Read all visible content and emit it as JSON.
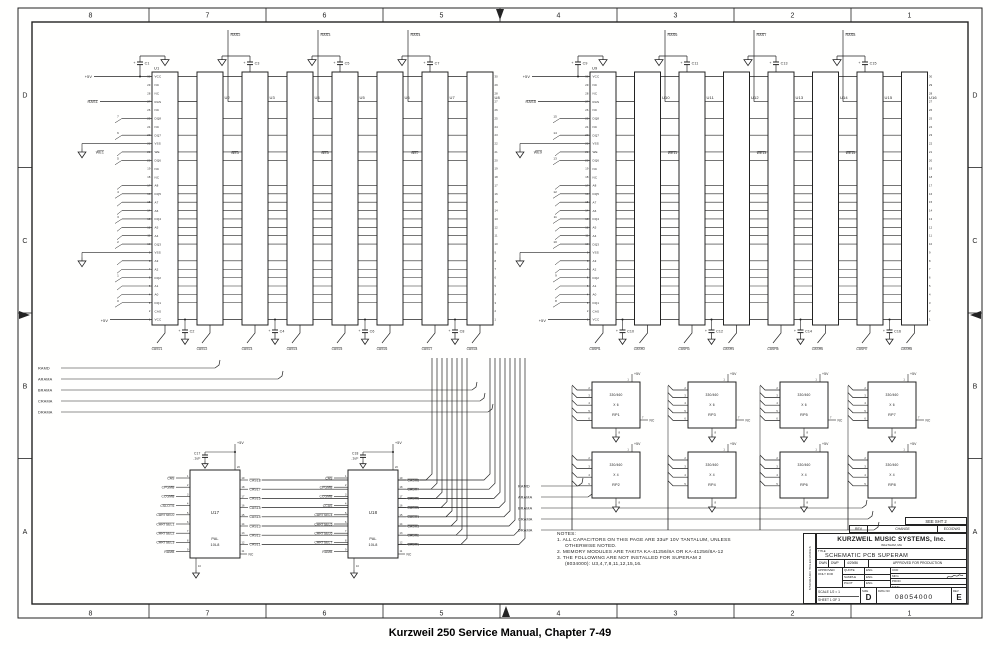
{
  "caption": "Kurzweil 250 Service Manual, Chapter 7-49",
  "border": {
    "columns": [
      "8",
      "7",
      "6",
      "5",
      "4",
      "3",
      "2",
      "1"
    ],
    "rows": [
      "D",
      "C",
      "B",
      "A"
    ]
  },
  "module_pins": [
    {
      "n": "30",
      "label": "VCC"
    },
    {
      "n": "29",
      "label": "NC"
    },
    {
      "n": "28",
      "label": "NC"
    },
    {
      "n": "27",
      "label": "RAS"
    },
    {
      "n": "26",
      "label": "NC"
    },
    {
      "n": "25",
      "label": "DQ8"
    },
    {
      "n": "24",
      "label": "NC"
    },
    {
      "n": "23",
      "label": "DQ7"
    },
    {
      "n": "22",
      "label": "VSS"
    },
    {
      "n": "21",
      "label": "WE"
    },
    {
      "n": "20",
      "label": "DQ6"
    },
    {
      "n": "19",
      "label": "NC"
    },
    {
      "n": "18",
      "label": "NC"
    },
    {
      "n": "17",
      "label": "A8"
    },
    {
      "n": "16",
      "label": "DQ5"
    },
    {
      "n": "15",
      "label": "A7"
    },
    {
      "n": "14",
      "label": "A6"
    },
    {
      "n": "13",
      "label": "DQ4"
    },
    {
      "n": "12",
      "label": "A5"
    },
    {
      "n": "11",
      "label": "A4"
    },
    {
      "n": "10",
      "label": "DQ3"
    },
    {
      "n": "9",
      "label": "VSS"
    },
    {
      "n": "8",
      "label": "A3"
    },
    {
      "n": "7",
      "label": "A2"
    },
    {
      "n": "6",
      "label": "DQ2"
    },
    {
      "n": "5",
      "label": "A1"
    },
    {
      "n": "4",
      "label": "A0"
    },
    {
      "n": "3",
      "label": "DQ1"
    },
    {
      "n": "2",
      "label": "CAS"
    },
    {
      "n": "1",
      "label": "VCC"
    }
  ],
  "banks": [
    {
      "chips": [
        "U1",
        "U2",
        "U3",
        "U4",
        "U5",
        "U6",
        "U7",
        "U8"
      ],
      "supply": "+5V",
      "ras_in": "RAS1",
      "we_in": "WE1",
      "ras_cols": [
        "RAS2",
        "RAS3",
        "RAS4"
      ],
      "top_caps": [
        "C1",
        "C3",
        "C5",
        "C7"
      ],
      "bot_caps": [
        "C2",
        "C4",
        "C6",
        "C8"
      ],
      "cas_tags": [
        "CASL1",
        "CASL2",
        "CASL3",
        "CASL4",
        "CASL5",
        "CASL6",
        "CASL7",
        "CASL8"
      ],
      "we_tags": [
        "WE3",
        "WE5",
        "WE7"
      ],
      "bits": [
        "7",
        "6",
        "5",
        "4",
        "3",
        "2",
        "1",
        "0"
      ]
    },
    {
      "chips": [
        "U9",
        "U10",
        "U11",
        "U12",
        "U13",
        "U14",
        "U15",
        "U16"
      ],
      "supply": "+5V",
      "ras_in": "RAS5",
      "we_in": "WE9",
      "ras_cols": [
        "RAS6",
        "RAS7",
        "RAS8"
      ],
      "top_caps": [
        "C9",
        "C11",
        "C13",
        "C15"
      ],
      "bot_caps": [
        "C10",
        "C12",
        "C14",
        "C16"
      ],
      "cas_tags": [
        "CASH1",
        "CASH2",
        "CASH3",
        "CASH4",
        "CASH5",
        "CASH6",
        "CASH7",
        "CASH8"
      ],
      "we_tags": [
        "WE11",
        "WE13",
        "WE15"
      ],
      "bits": [
        "15",
        "14",
        "13",
        "12",
        "11",
        "10",
        "9",
        "8"
      ]
    }
  ],
  "signal_sets": [
    {
      "labels": [
        "RAMD",
        "ARAMA",
        "BRAMA",
        "CRAMA",
        "DRAMA"
      ]
    },
    {
      "labels": [
        "RAMD",
        "ARAMA",
        "BRAMA",
        "CRAMA",
        "DRAMA"
      ]
    }
  ],
  "resistor_packs": {
    "value": "330/460",
    "top_mult": "X 6",
    "bottom_mult": "X 4",
    "supply": "+5V",
    "nc": "NC",
    "top": [
      {
        "name": "RP1"
      },
      {
        "name": "RP3"
      },
      {
        "name": "RP5"
      },
      {
        "name": "RP7"
      }
    ],
    "bottom": [
      {
        "name": "RP2"
      },
      {
        "name": "RP4"
      },
      {
        "name": "RP6"
      },
      {
        "name": "RP8"
      }
    ]
  },
  "pals": [
    {
      "name": "U17",
      "part": "PAL",
      "part2": "10L8",
      "cap": "C17",
      "cap_value": ".1uF",
      "supply": "+5V",
      "nc": "NC",
      "inputs": [
        "CAS",
        "CPGMB",
        "CCGMB",
        "CSLOTS",
        "CARTSEL0",
        "CARTSEL1",
        "CARTSEL2",
        "CARTSEL3",
        "RAMB"
      ],
      "outputs": [
        "CASL8",
        "CASL7",
        "CASL6",
        "CASL5",
        "CASL4",
        "CASL3",
        "CASL2",
        "CASL1"
      ]
    },
    {
      "name": "U18",
      "part": "PAL",
      "part2": "10L8",
      "cap": "C18",
      "cap_value": ".1uF",
      "supply": "+5V",
      "nc": "NC",
      "inputs": [
        "CAS",
        "CPGMB",
        "CCGMB",
        "CCAS",
        "CARTSEL4",
        "CARTSEL5",
        "CARTSEL6",
        "CARTSEL7",
        "RAMB"
      ],
      "outputs": [
        "CASH8",
        "CASH7",
        "CASH6",
        "CASH5",
        "CASH4",
        "CASH3",
        "CASH2",
        "CASH1"
      ]
    }
  ],
  "notes": {
    "heading": "NOTES:",
    "n1": "1. ALL CAPACITORS ON THIS PAGE ARE 33uF 10V TANTALUM, UNLESS",
    "n1b": "OTHERWISE NOTED.",
    "n2": "2. MEMORY MODULES ARE TAKITA KA-41256/8A OR KA-41256/8A-12",
    "n3": "3. THE FOLLOWING ARE NOT INSTALLED FOR SUPERAM 2",
    "n3b": "(8034000): U3,4,7,8,11,12,15,16."
  },
  "title_block": {
    "see_note": "SEE SHT 2",
    "rev_cols": [
      "REV",
      "CHANGE",
      "ECO/DWG"
    ],
    "company": "KURZWEIL MUSIC SYSTEMS, Inc.",
    "location": "WALTHAM, MA",
    "title_label": "TITLE",
    "title": "SCHEMATIC PCB SUPERAM",
    "drawn_label": "DWN",
    "drawn_by": "DWP",
    "date": "4/29/86",
    "approved_header": "APPROVED FOR PRODUCTION",
    "approved_only": "APPROVED ONLY FOR",
    "approval_rows": [
      [
        "QUOTE",
        "ENG"
      ],
      [
        "SAMPLE",
        "ENG"
      ],
      [
        "PILOT",
        "ENG"
      ]
    ],
    "right_rows": [
      "CKD",
      "MFG",
      "PROD",
      "MAT'L"
    ],
    "scale_label": "SCALE",
    "scale": "1/2 = 1",
    "sheet": "SHEET 1 OF 3",
    "size_label": "SIZE",
    "size": "D",
    "dwg_label": "DWG NO",
    "number": "08054000",
    "rev_label": "REV",
    "rev": "E",
    "tolerances": "STANDARD TOLERANCES"
  }
}
